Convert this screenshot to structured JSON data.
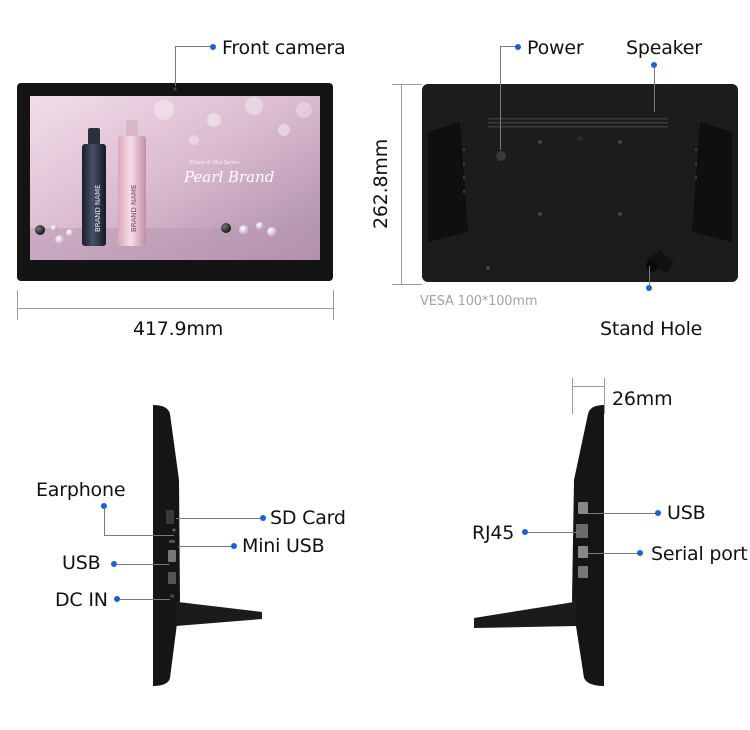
{
  "colors": {
    "accent": "#1f5fd6",
    "device": "#141414",
    "screen_bg": "#d8bfd2"
  },
  "front_view": {
    "callout_front_camera": "Front camera",
    "dimension_width": "417.9mm",
    "screen": {
      "bottle_label_1": "BRAND NAME",
      "bottle_label_2": "BRAND NAME",
      "script_title": "Pearl Brand",
      "script_subtitle": "Flavor & Vita Series"
    }
  },
  "back_view": {
    "callout_power": "Power",
    "callout_speaker": "Speaker",
    "callout_stand_hole": "Stand Hole",
    "dimension_height": "262.8mm",
    "vesa_text": "VESA 100*100mm"
  },
  "left_side_view": {
    "callout_earphone": "Earphone",
    "callout_sd_card": "SD Card",
    "callout_mini_usb": "Mini USB",
    "callout_usb": "USB",
    "callout_dc_in": "DC IN"
  },
  "right_side_view": {
    "dimension_depth": "26mm",
    "callout_usb": "USB",
    "callout_rj45": "RJ45",
    "callout_serial_port": "Serial port"
  }
}
